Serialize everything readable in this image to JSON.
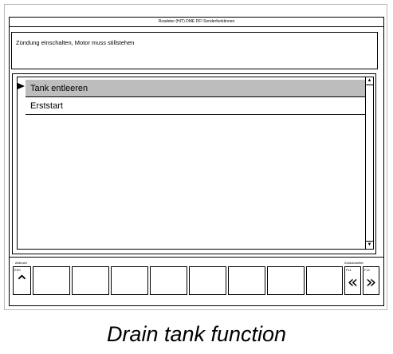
{
  "window": {
    "title": "Roadster (HIT) DME DFI Sonderfunktionen"
  },
  "message": {
    "text": "Zündung einschalten, Motor muss stillstehen"
  },
  "list": {
    "items": [
      {
        "label": "Tank entleeren",
        "selected": true
      },
      {
        "label": "Erststart",
        "selected": false
      }
    ],
    "scroll_up_icon": "scroll-up-icon",
    "scroll_down_icon": "scroll-down-icon"
  },
  "function_bar": {
    "left_group_label": "Abbruch",
    "right_group_label": "Zurück/weiter",
    "keys": {
      "esc": {
        "label": "ESC",
        "icon": "double-chevron-up-icon"
      },
      "f11": {
        "label": "F11",
        "icon": "double-chevron-left-icon"
      },
      "f12": {
        "label": "F12",
        "icon": "double-chevron-right-icon"
      }
    }
  },
  "caption": {
    "text": "Drain tank function"
  }
}
